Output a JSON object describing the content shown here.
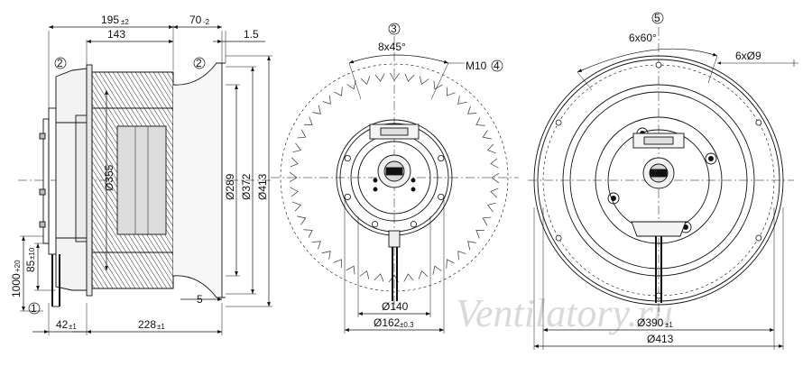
{
  "side_view": {
    "callout_left": "2",
    "callout_right": "2",
    "callout_bottom": "1",
    "dim_width": "195",
    "dim_width_tol": "±2",
    "dim_143": "143",
    "dim_70": "70",
    "dim_70_tol": "-2",
    "dim_1_5": "1.5",
    "dim_355": "Ø355",
    "dim_289": "Ø289",
    "dim_372": "Ø372",
    "dim_413": "Ø413",
    "dim_1000": "1000",
    "dim_1000_tol": "+20",
    "dim_85": "85",
    "dim_85_tol": "±10",
    "dim_42": "42",
    "dim_42_tol": "±1",
    "dim_228": "228",
    "dim_228_tol": "±1",
    "dim_5": "5"
  },
  "front_view": {
    "callout_top": "3",
    "callout_thread": "4",
    "dim_holes": "8x45°",
    "dim_thread": "M10",
    "dim_140": "Ø140",
    "dim_162": "Ø162",
    "dim_162_tol": "±0.3"
  },
  "rear_view": {
    "callout_top": "5",
    "dim_holes": "6x60°",
    "dim_hole_dia": "6xØ9",
    "dim_390": "Ø390",
    "dim_390_tol": "±1",
    "dim_413": "Ø413"
  },
  "watermark": "Ventilatory.ru"
}
